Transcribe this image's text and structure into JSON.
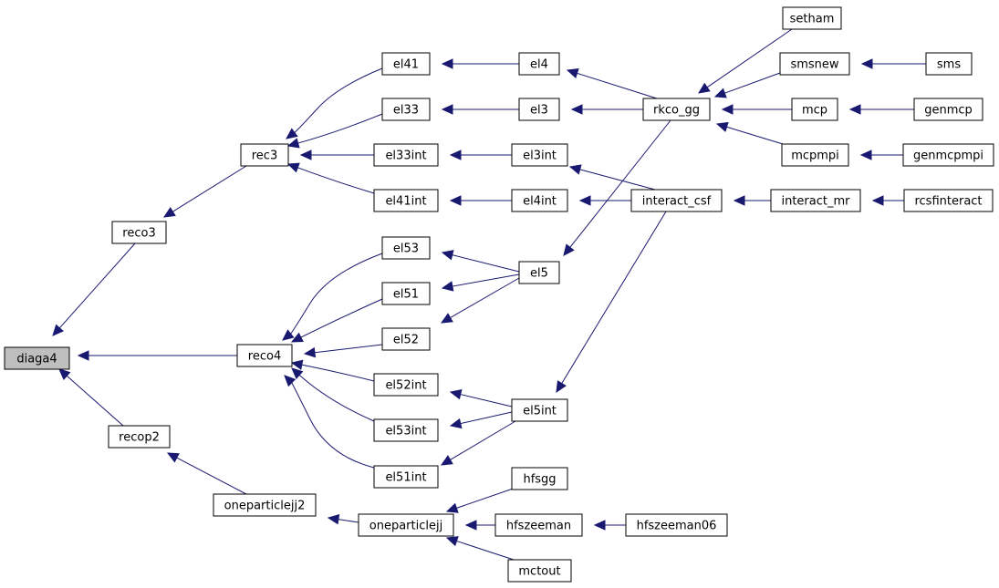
{
  "graph": {
    "title": "",
    "nodes": [
      {
        "id": "diaga4",
        "label": "diaga4",
        "current": true
      },
      {
        "id": "reco3",
        "label": "reco3"
      },
      {
        "id": "reco4",
        "label": "reco4"
      },
      {
        "id": "recop2",
        "label": "recop2"
      },
      {
        "id": "rec3",
        "label": "rec3"
      },
      {
        "id": "oneparticlejj2",
        "label": "oneparticlejj2"
      },
      {
        "id": "el41",
        "label": "el41"
      },
      {
        "id": "el33",
        "label": "el33"
      },
      {
        "id": "el33int",
        "label": "el33int"
      },
      {
        "id": "el41int",
        "label": "el41int"
      },
      {
        "id": "el53",
        "label": "el53"
      },
      {
        "id": "el51",
        "label": "el51"
      },
      {
        "id": "el52",
        "label": "el52"
      },
      {
        "id": "el52int",
        "label": "el52int"
      },
      {
        "id": "el53int",
        "label": "el53int"
      },
      {
        "id": "el51int",
        "label": "el51int"
      },
      {
        "id": "oneparticlejj",
        "label": "oneparticlejj"
      },
      {
        "id": "el4",
        "label": "el4"
      },
      {
        "id": "el3",
        "label": "el3"
      },
      {
        "id": "el3int",
        "label": "el3int"
      },
      {
        "id": "el4int",
        "label": "el4int"
      },
      {
        "id": "el5",
        "label": "el5"
      },
      {
        "id": "el5int",
        "label": "el5int"
      },
      {
        "id": "hfsgg",
        "label": "hfsgg"
      },
      {
        "id": "hfszeeman",
        "label": "hfszeeman"
      },
      {
        "id": "mctout",
        "label": "mctout"
      },
      {
        "id": "rkco_gg",
        "label": "rkco_gg"
      },
      {
        "id": "interact_csf",
        "label": "interact_csf"
      },
      {
        "id": "hfszeeman06",
        "label": "hfszeeman06"
      },
      {
        "id": "setham",
        "label": "setham"
      },
      {
        "id": "smsnew",
        "label": "smsnew"
      },
      {
        "id": "mcp",
        "label": "mcp"
      },
      {
        "id": "mcpmpi",
        "label": "mcpmpi"
      },
      {
        "id": "interact_mr",
        "label": "interact_mr"
      },
      {
        "id": "sms",
        "label": "sms"
      },
      {
        "id": "genmcp",
        "label": "genmcp"
      },
      {
        "id": "genmcpmpi",
        "label": "genmcpmpi"
      },
      {
        "id": "rcsfinteract",
        "label": "rcsfinteract"
      }
    ],
    "edges": [
      {
        "from": "reco3",
        "to": "diaga4"
      },
      {
        "from": "reco4",
        "to": "diaga4"
      },
      {
        "from": "recop2",
        "to": "diaga4"
      },
      {
        "from": "rec3",
        "to": "reco3"
      },
      {
        "from": "oneparticlejj2",
        "to": "recop2"
      },
      {
        "from": "el41",
        "to": "rec3"
      },
      {
        "from": "el33",
        "to": "rec3"
      },
      {
        "from": "el33int",
        "to": "rec3"
      },
      {
        "from": "el41int",
        "to": "rec3"
      },
      {
        "from": "el53",
        "to": "reco4"
      },
      {
        "from": "el51",
        "to": "reco4"
      },
      {
        "from": "el52",
        "to": "reco4"
      },
      {
        "from": "el52int",
        "to": "reco4"
      },
      {
        "from": "el53int",
        "to": "reco4"
      },
      {
        "from": "el51int",
        "to": "reco4"
      },
      {
        "from": "oneparticlejj",
        "to": "oneparticlejj2"
      },
      {
        "from": "el4",
        "to": "el41"
      },
      {
        "from": "el3",
        "to": "el33"
      },
      {
        "from": "el3int",
        "to": "el33int"
      },
      {
        "from": "el4int",
        "to": "el41int"
      },
      {
        "from": "el5",
        "to": "el53"
      },
      {
        "from": "el5",
        "to": "el51"
      },
      {
        "from": "el5",
        "to": "el52"
      },
      {
        "from": "el5int",
        "to": "el52int"
      },
      {
        "from": "el5int",
        "to": "el53int"
      },
      {
        "from": "el5int",
        "to": "el51int"
      },
      {
        "from": "hfsgg",
        "to": "oneparticlejj"
      },
      {
        "from": "hfszeeman",
        "to": "oneparticlejj"
      },
      {
        "from": "mctout",
        "to": "oneparticlejj"
      },
      {
        "from": "rkco_gg",
        "to": "el4"
      },
      {
        "from": "rkco_gg",
        "to": "el3"
      },
      {
        "from": "interact_csf",
        "to": "el3int"
      },
      {
        "from": "interact_csf",
        "to": "el4int"
      },
      {
        "from": "rkco_gg",
        "to": "el5"
      },
      {
        "from": "interact_csf",
        "to": "el5int"
      },
      {
        "from": "hfszeeman06",
        "to": "hfszeeman"
      },
      {
        "from": "setham",
        "to": "rkco_gg"
      },
      {
        "from": "smsnew",
        "to": "rkco_gg"
      },
      {
        "from": "mcp",
        "to": "rkco_gg"
      },
      {
        "from": "mcpmpi",
        "to": "rkco_gg"
      },
      {
        "from": "interact_mr",
        "to": "interact_csf"
      },
      {
        "from": "sms",
        "to": "smsnew"
      },
      {
        "from": "genmcp",
        "to": "mcp"
      },
      {
        "from": "genmcpmpi",
        "to": "mcpmpi"
      },
      {
        "from": "rcsfinteract",
        "to": "interact_mr"
      }
    ]
  }
}
